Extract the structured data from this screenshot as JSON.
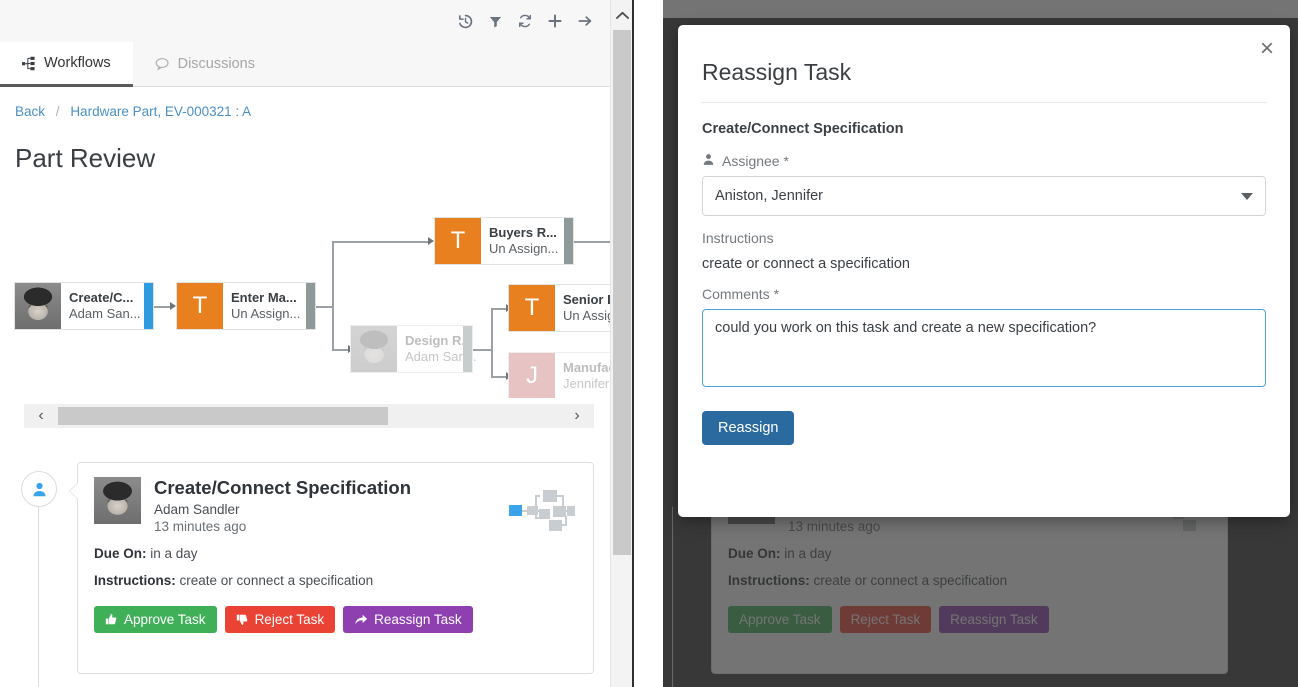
{
  "toolbar": {
    "icons": [
      {
        "name": "history-icon",
        "title": "History"
      },
      {
        "name": "filter-icon",
        "title": "Filter"
      },
      {
        "name": "refresh-icon",
        "title": "Refresh"
      },
      {
        "name": "plus-icon",
        "title": "Add"
      },
      {
        "name": "arrow-right-icon",
        "title": "Next"
      }
    ]
  },
  "tabs": [
    {
      "label": "Workflows",
      "icon": "workflow-icon",
      "active": true
    },
    {
      "label": "Discussions",
      "icon": "comment-icon",
      "active": false
    }
  ],
  "breadcrumb": {
    "back": "Back",
    "separator": "/",
    "current": "Hardware Part, EV-000321 : A"
  },
  "page_title": "Part Review",
  "workflow": {
    "nodes": [
      {
        "title": "Create/C...",
        "subtitle": "Adam San...",
        "badge": "photo",
        "edge": "blue",
        "state": "active"
      },
      {
        "title": "Enter Ma...",
        "subtitle": "Un Assign...",
        "badge": "T",
        "edge": "gray",
        "state": "pending"
      },
      {
        "title": "Buyers R...",
        "subtitle": "Un Assign...",
        "badge": "T",
        "edge": "gray",
        "state": "pending"
      },
      {
        "title": "Design R...",
        "subtitle": "Adam San...",
        "badge": "photo",
        "edge": "lgray",
        "state": "disabled"
      },
      {
        "title": "Senior D",
        "subtitle": "Un Assig",
        "badge": "T",
        "edge": "none",
        "state": "pending"
      },
      {
        "title": "Manufac",
        "subtitle": "Jennifer",
        "badge": "J",
        "edge": "none",
        "state": "disabled"
      }
    ],
    "hscroll": {
      "left_arrow": "‹",
      "right_arrow": "›"
    }
  },
  "task_card": {
    "title": "Create/Connect Specification",
    "user": "Adam Sandler",
    "time": "13 minutes ago",
    "due_label": "Due On:",
    "due_value": "in a day",
    "instructions_label": "Instructions:",
    "instructions_value": "create or connect a specification",
    "buttons": [
      {
        "label": "Approve Task",
        "color": "#40b058",
        "icon": "thumbs-up-icon"
      },
      {
        "label": "Reject Task",
        "color": "#ea4335",
        "icon": "thumbs-down-icon"
      },
      {
        "label": "Reassign Task",
        "color": "#8e3fb0",
        "icon": "share-arrow-icon"
      }
    ]
  },
  "modal": {
    "title": "Reassign Task",
    "close_label": "×",
    "task_name": "Create/Connect Specification",
    "assignee_label": "Assignee *",
    "assignee_value": "Aniston, Jennifer",
    "instructions_label": "Instructions",
    "instructions_value": "create or connect a specification",
    "comments_label": "Comments *",
    "comments_value": "could you work on this task and create a new specification?",
    "submit_label": "Reassign"
  },
  "colors": {
    "accent_blue": "#2e9be0",
    "orange": "#e8801f",
    "submit_blue": "#2a6a9e",
    "link_blue": "#4a90c4",
    "overlay": "#383838"
  }
}
